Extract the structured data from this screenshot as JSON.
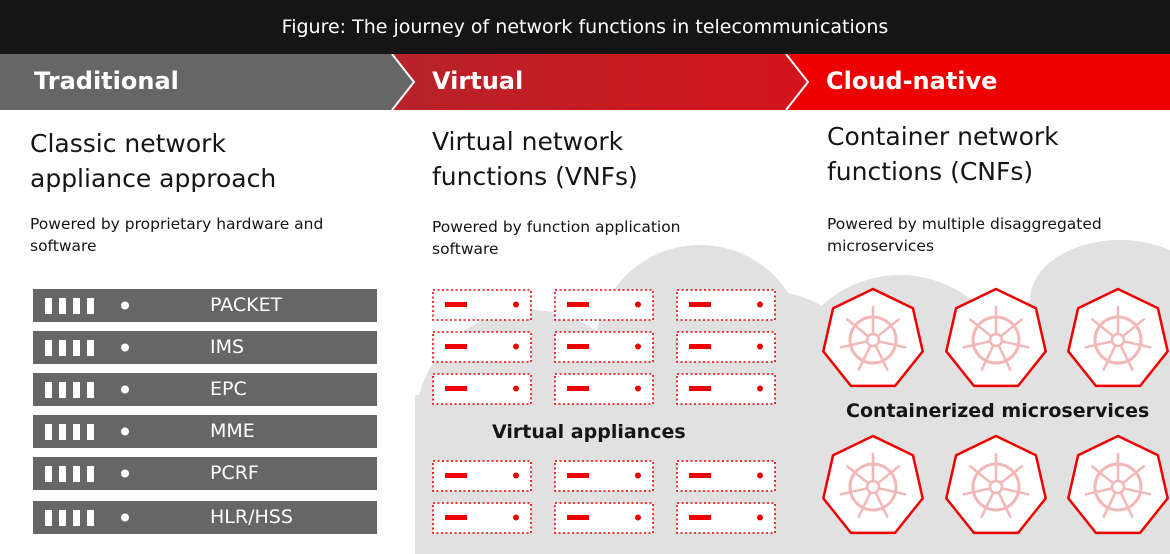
{
  "title": "Figure: The journey of network functions in telecommunications",
  "colors": {
    "gray": "#666666",
    "red_dark": "#b8232a",
    "red": "#ee0000",
    "black": "#151515",
    "cloud": "#e1e1e1"
  },
  "stages": [
    {
      "label": "Traditional",
      "heading_line1": "Classic network",
      "heading_line2": "appliance approach",
      "desc_line1": "Powered by proprietary hardware and",
      "desc_line2": "software",
      "rack_items": [
        "PACKET",
        "IMS",
        "EPC",
        "MME",
        "PCRF",
        "HLR/HSS"
      ]
    },
    {
      "label": "Virtual",
      "heading_line1": "Virtual network",
      "heading_line2": "functions (VNFs)",
      "desc_line1": "Powered by function application",
      "desc_line2": "software",
      "cluster_label": "Virtual appliances"
    },
    {
      "label": "Cloud-native",
      "heading_line1": "Container network",
      "heading_line2": "functions (CNFs)",
      "desc_line1": "Powered by multiple disaggregated",
      "desc_line2": "microservices",
      "cluster_label": "Containerized microservices"
    }
  ],
  "icons": {
    "rack": "server-rack-icon",
    "vm": "virtual-appliance-icon",
    "cnf": "kubernetes-helm-icon"
  }
}
